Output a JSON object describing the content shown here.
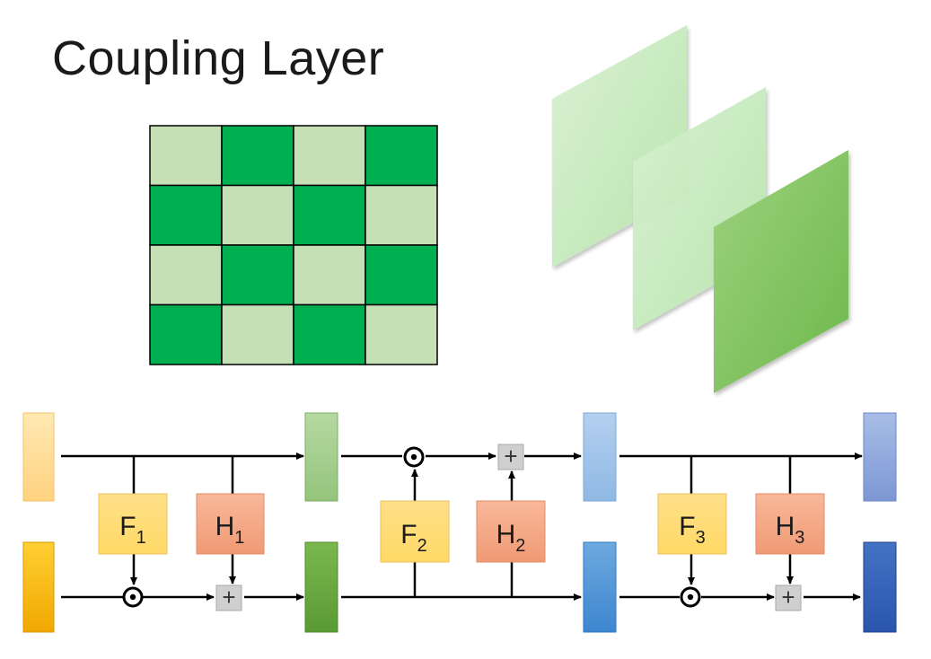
{
  "title": "Coupling Layer",
  "checkerboard": {
    "rows": 4,
    "cols": 4,
    "dark_color": "#00b050",
    "light_color": "#c5e0b4",
    "pattern": [
      [
        "light",
        "dark",
        "light",
        "dark"
      ],
      [
        "dark",
        "light",
        "dark",
        "light"
      ],
      [
        "light",
        "dark",
        "light",
        "dark"
      ],
      [
        "dark",
        "light",
        "dark",
        "light"
      ]
    ]
  },
  "channel_slices": {
    "count": 3,
    "colors": [
      "#c9ecc2",
      "#c9ecc2",
      "#7ec45e"
    ]
  },
  "blocks": [
    {
      "name": "F",
      "sub": "1",
      "color": "#ffd966"
    },
    {
      "name": "H",
      "sub": "1",
      "color": "#f4a582"
    },
    {
      "name": "F",
      "sub": "2",
      "color": "#ffd966"
    },
    {
      "name": "H",
      "sub": "2",
      "color": "#f4a582"
    },
    {
      "name": "F",
      "sub": "3",
      "color": "#ffd966"
    },
    {
      "name": "H",
      "sub": "3",
      "color": "#f4a582"
    }
  ],
  "operators": {
    "multiply": "⊙",
    "add": "+"
  },
  "tensors": {
    "top_colors": [
      "#ffe099",
      "#a9d18e",
      "#9dc3e6",
      "#8faadc"
    ],
    "bottom_colors": [
      "#ffc000",
      "#70ad47",
      "#5b9bd5",
      "#2f5eb8"
    ]
  }
}
